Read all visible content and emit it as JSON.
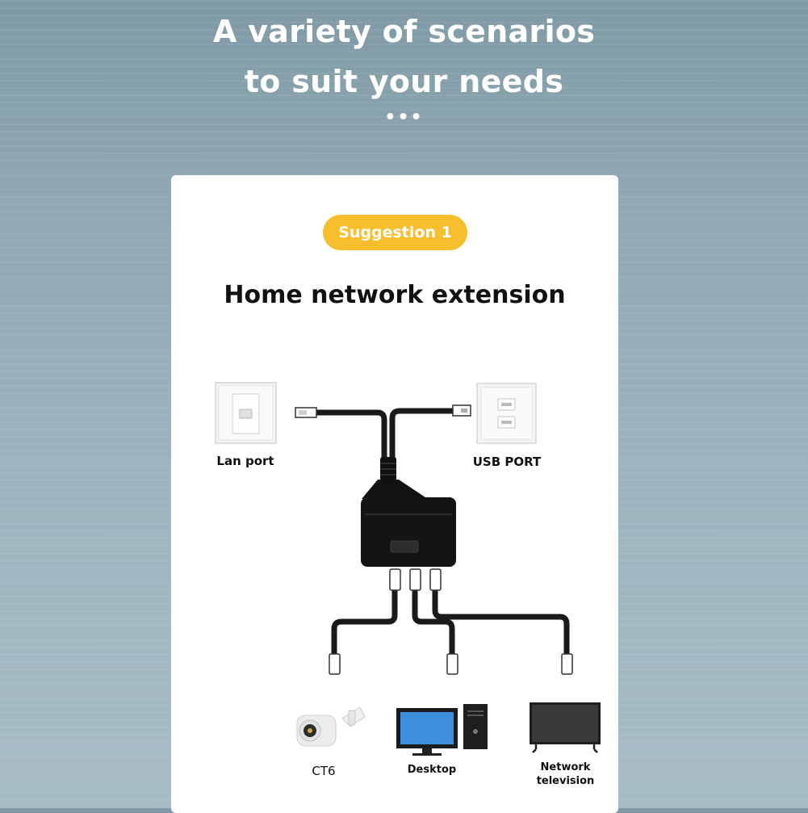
{
  "header": {
    "line1": "A variety of scenarios",
    "line2": "to suit your needs",
    "dots": "•••"
  },
  "card": {
    "badge": "Suggestion 1",
    "title": "Home network extension"
  },
  "labels": {
    "lan_port": "Lan port",
    "usb_port": "USB PORT",
    "camera": "CT6",
    "desktop": "Desktop",
    "tv_line1": "Network",
    "tv_line2": "television"
  },
  "icons": [
    "lan-wall-socket-icon",
    "usb-wall-socket-icon",
    "splitter-hub-icon",
    "security-camera-icon",
    "desktop-computer-icon",
    "television-icon"
  ],
  "colors": {
    "accent": "#f7bf2d",
    "cable": "#1a1a1a"
  }
}
